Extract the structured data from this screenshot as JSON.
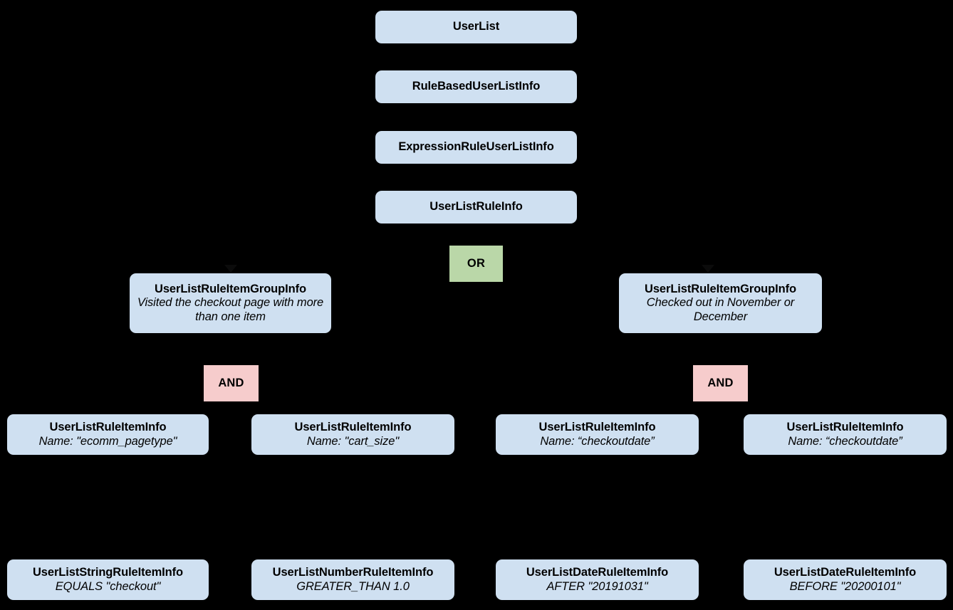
{
  "diagram": {
    "type": "entity-hierarchy",
    "background_color": "#000000",
    "entity_color": "#cfe0f1",
    "or_color": "#bad7a8",
    "and_color": "#f6cccc",
    "text_color": "#000000",
    "nodes": [
      {
        "id": "userlist",
        "kind": "entity",
        "title": "UserList",
        "sub": ""
      },
      {
        "id": "rulebased",
        "kind": "entity",
        "title": "RuleBasedUserListInfo",
        "sub": ""
      },
      {
        "id": "expressionrule",
        "kind": "entity",
        "title": "ExpressionRuleUserListInfo",
        "sub": ""
      },
      {
        "id": "ruleinfo",
        "kind": "entity",
        "title": "UserListRuleInfo",
        "sub": ""
      },
      {
        "id": "or",
        "kind": "operator",
        "title": "OR",
        "sub": ""
      },
      {
        "id": "group-left",
        "kind": "entity",
        "title": "UserListRuleItemGroupInfo",
        "sub": "Visited the checkout page with more than one item"
      },
      {
        "id": "group-right",
        "kind": "entity",
        "title": "UserListRuleItemGroupInfo",
        "sub": "Checked out in November or December"
      },
      {
        "id": "and-left",
        "kind": "operator",
        "title": "AND",
        "sub": ""
      },
      {
        "id": "and-right",
        "kind": "operator",
        "title": "AND",
        "sub": ""
      },
      {
        "id": "item-pagetype",
        "kind": "entity",
        "title": "UserListRuleItemInfo",
        "sub": "Name: \"ecomm_pagetype\""
      },
      {
        "id": "item-cartsize",
        "kind": "entity",
        "title": "UserListRuleItemInfo",
        "sub": "Name: \"cart_size\""
      },
      {
        "id": "item-checkoutdate-1",
        "kind": "entity",
        "title": "UserListRuleItemInfo",
        "sub": "Name: “checkoutdate”"
      },
      {
        "id": "item-checkoutdate-2",
        "kind": "entity",
        "title": "UserListRuleItemInfo",
        "sub": "Name: “checkoutdate”"
      },
      {
        "id": "leaf-string",
        "kind": "entity",
        "title": "UserListStringRuleItemInfo",
        "sub": "EQUALS \"checkout\""
      },
      {
        "id": "leaf-number",
        "kind": "entity",
        "title": "UserListNumberRuleItemInfo",
        "sub": "GREATER_THAN 1.0"
      },
      {
        "id": "leaf-date-after",
        "kind": "entity",
        "title": "UserListDateRuleItemInfo",
        "sub": "AFTER \"20191031\""
      },
      {
        "id": "leaf-date-before",
        "kind": "entity",
        "title": "UserListDateRuleItemInfo",
        "sub": "BEFORE \"20200101\""
      }
    ]
  }
}
